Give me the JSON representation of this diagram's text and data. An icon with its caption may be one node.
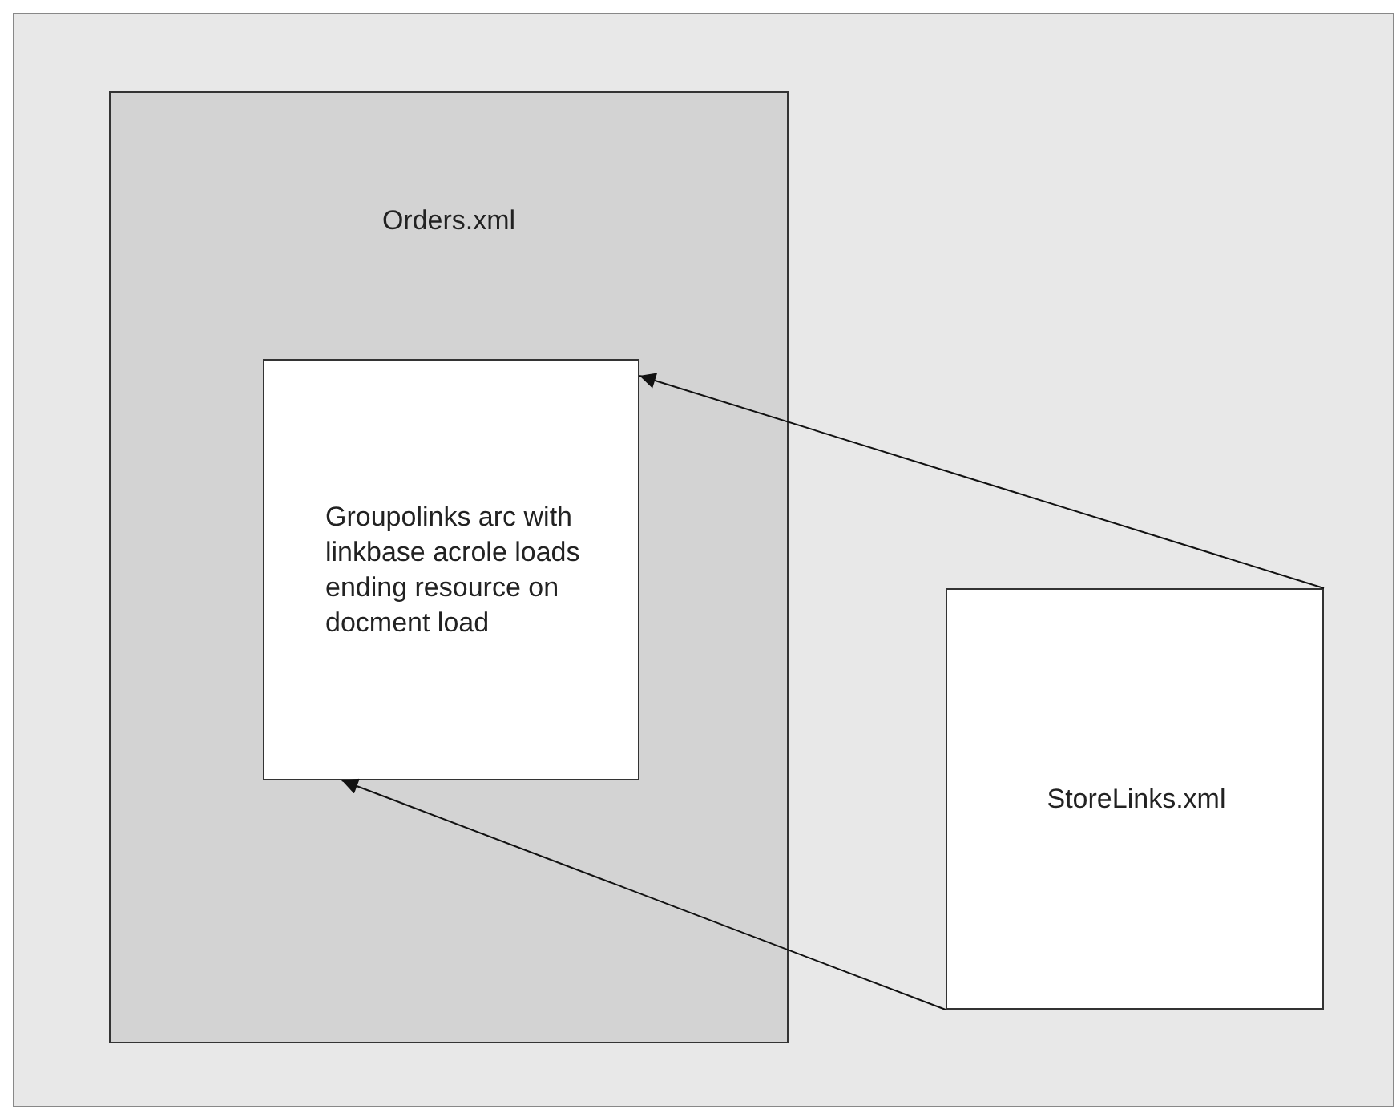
{
  "diagram": {
    "nodes": [
      {
        "text": [
          "Orders.xml"
        ]
      },
      {
        "text": [
          "Groupolinks arc with linkbase acrole loads ending resource on docment load"
        ],
        "in": 0
      },
      {
        "text": [
          "StoreLinks.xml"
        ]
      }
    ],
    "edges": [
      {
        "from": 2,
        "to": 1,
        "arrow": "to"
      },
      {
        "from": 2,
        "to": 1,
        "arrow": "to"
      }
    ]
  }
}
